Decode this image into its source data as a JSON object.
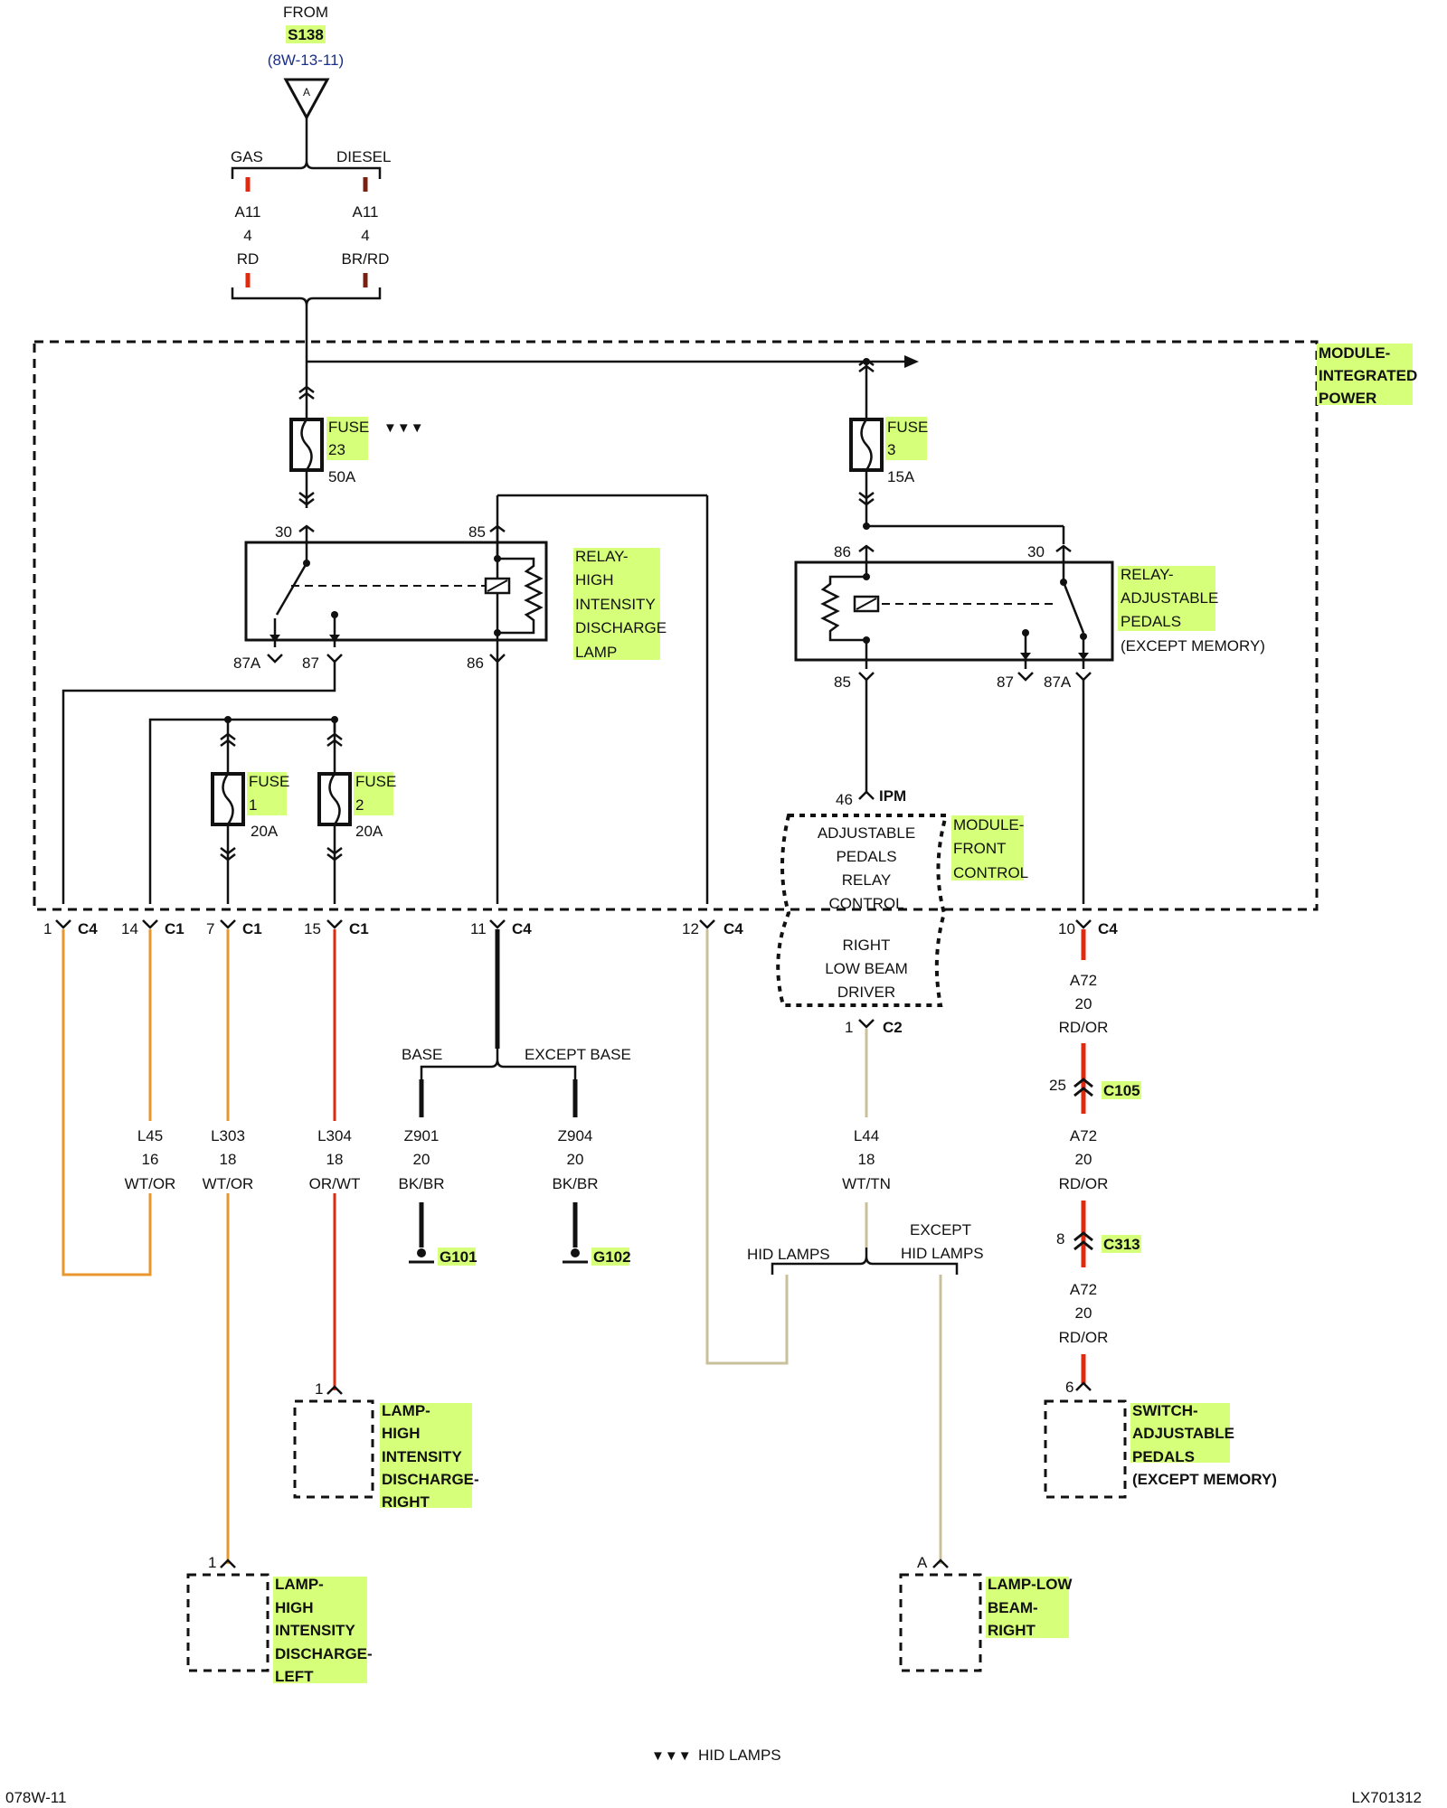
{
  "source": {
    "from": "FROM",
    "splice": "S138",
    "ref": "(8W-13-11)",
    "marker": "A"
  },
  "branches": {
    "gas": "GAS",
    "diesel": "DIESEL"
  },
  "supply_wires": {
    "gas": {
      "circuit": "A11",
      "gauge": "4",
      "color": "RD"
    },
    "diesel": {
      "circuit": "A11",
      "gauge": "4",
      "color": "BR/RD"
    }
  },
  "ipm": {
    "line1": "MODULE-",
    "line2": "INTEGRATED",
    "line3": "POWER"
  },
  "fuse23": {
    "l1": "FUSE",
    "l2": "23",
    "rating": "50A",
    "note": "▼▼▼"
  },
  "fuse3": {
    "l1": "FUSE",
    "l2": "3",
    "rating": "15A"
  },
  "fuse1": {
    "l1": "FUSE",
    "l2": "1",
    "rating": "20A"
  },
  "fuse2": {
    "l1": "FUSE",
    "l2": "2",
    "rating": "20A"
  },
  "relay_hid": {
    "l1": "RELAY-",
    "l2": "HIGH",
    "l3": "INTENSITY",
    "l4": "DISCHARGE",
    "l5": "LAMP",
    "p30": "30",
    "p85": "85",
    "p87a": "87A",
    "p87": "87",
    "p86": "86"
  },
  "relay_adj": {
    "l1": "RELAY-",
    "l2": "ADJUSTABLE",
    "l3": "PEDALS",
    "l4": "(EXCEPT MEMORY)",
    "p86": "86",
    "p30": "30",
    "p85": "85",
    "p87": "87",
    "p87a": "87A"
  },
  "fcm": {
    "pin": "46",
    "conn": "IPM",
    "l1": "MODULE-",
    "l2": "FRONT",
    "l3": "CONTROL",
    "i1": "ADJUSTABLE",
    "i2": "PEDALS",
    "i3": "RELAY",
    "i4": "CONTROL",
    "i5": "RIGHT",
    "i6": "LOW BEAM",
    "i7": "DRIVER",
    "out_pin": "1",
    "out_conn": "C2"
  },
  "connectors": [
    {
      "pin": "1",
      "conn": "C4"
    },
    {
      "pin": "14",
      "conn": "C1"
    },
    {
      "pin": "7",
      "conn": "C1"
    },
    {
      "pin": "15",
      "conn": "C1"
    },
    {
      "pin": "11",
      "conn": "C4"
    },
    {
      "pin": "12",
      "conn": "C4"
    },
    {
      "pin": "10",
      "conn": "C4"
    }
  ],
  "wires": {
    "l45": {
      "circuit": "L45",
      "gauge": "16",
      "color": "WT/OR"
    },
    "l303": {
      "circuit": "L303",
      "gauge": "18",
      "color": "WT/OR"
    },
    "l304": {
      "circuit": "L304",
      "gauge": "18",
      "color": "OR/WT"
    },
    "z901": {
      "circuit": "Z901",
      "gauge": "20",
      "color": "BK/BR"
    },
    "z904": {
      "circuit": "Z904",
      "gauge": "20",
      "color": "BK/BR"
    },
    "l44": {
      "circuit": "L44",
      "gauge": "18",
      "color": "WT/TN"
    },
    "a72a": {
      "circuit": "A72",
      "gauge": "20",
      "color": "RD/OR"
    },
    "a72b": {
      "circuit": "A72",
      "gauge": "20",
      "color": "RD/OR"
    },
    "a72c": {
      "circuit": "A72",
      "gauge": "20",
      "color": "RD/OR"
    }
  },
  "ground_split": {
    "base": "BASE",
    "except": "EXCEPT BASE"
  },
  "grounds": {
    "g1": "G101",
    "g2": "G102"
  },
  "inline": {
    "c105_pin": "25",
    "c105": "C105",
    "c313_pin": "8",
    "c313": "C313"
  },
  "hid_split": {
    "hid": "HID LAMPS",
    "except1": "EXCEPT",
    "except2": "HID LAMPS"
  },
  "lamp_hid_right": {
    "pin": "1",
    "l1": "LAMP-",
    "l2": "HIGH",
    "l3": "INTENSITY",
    "l4": "DISCHARGE-",
    "l5": "RIGHT"
  },
  "lamp_hid_left": {
    "pin": "1",
    "l1": "LAMP-",
    "l2": "HIGH",
    "l3": "INTENSITY",
    "l4": "DISCHARGE-",
    "l5": "LEFT"
  },
  "lamp_low": {
    "pin": "A",
    "l1": "LAMP-LOW",
    "l2": "BEAM-",
    "l3": "RIGHT"
  },
  "switch_adj": {
    "pin": "6",
    "l1": "SWITCH-",
    "l2": "ADJUSTABLE",
    "l3": "PEDALS",
    "l4": "(EXCEPT MEMORY)"
  },
  "legend": {
    "symbol": "▼▼▼",
    "text": "HID LAMPS"
  },
  "footer": {
    "left": "078W-11",
    "right": "LX701312"
  },
  "colors": {
    "orange": "#e8962e",
    "red": "#e02a10",
    "tan": "#c8c09a",
    "black": "#111111",
    "highlight": "#d6ff7a"
  }
}
